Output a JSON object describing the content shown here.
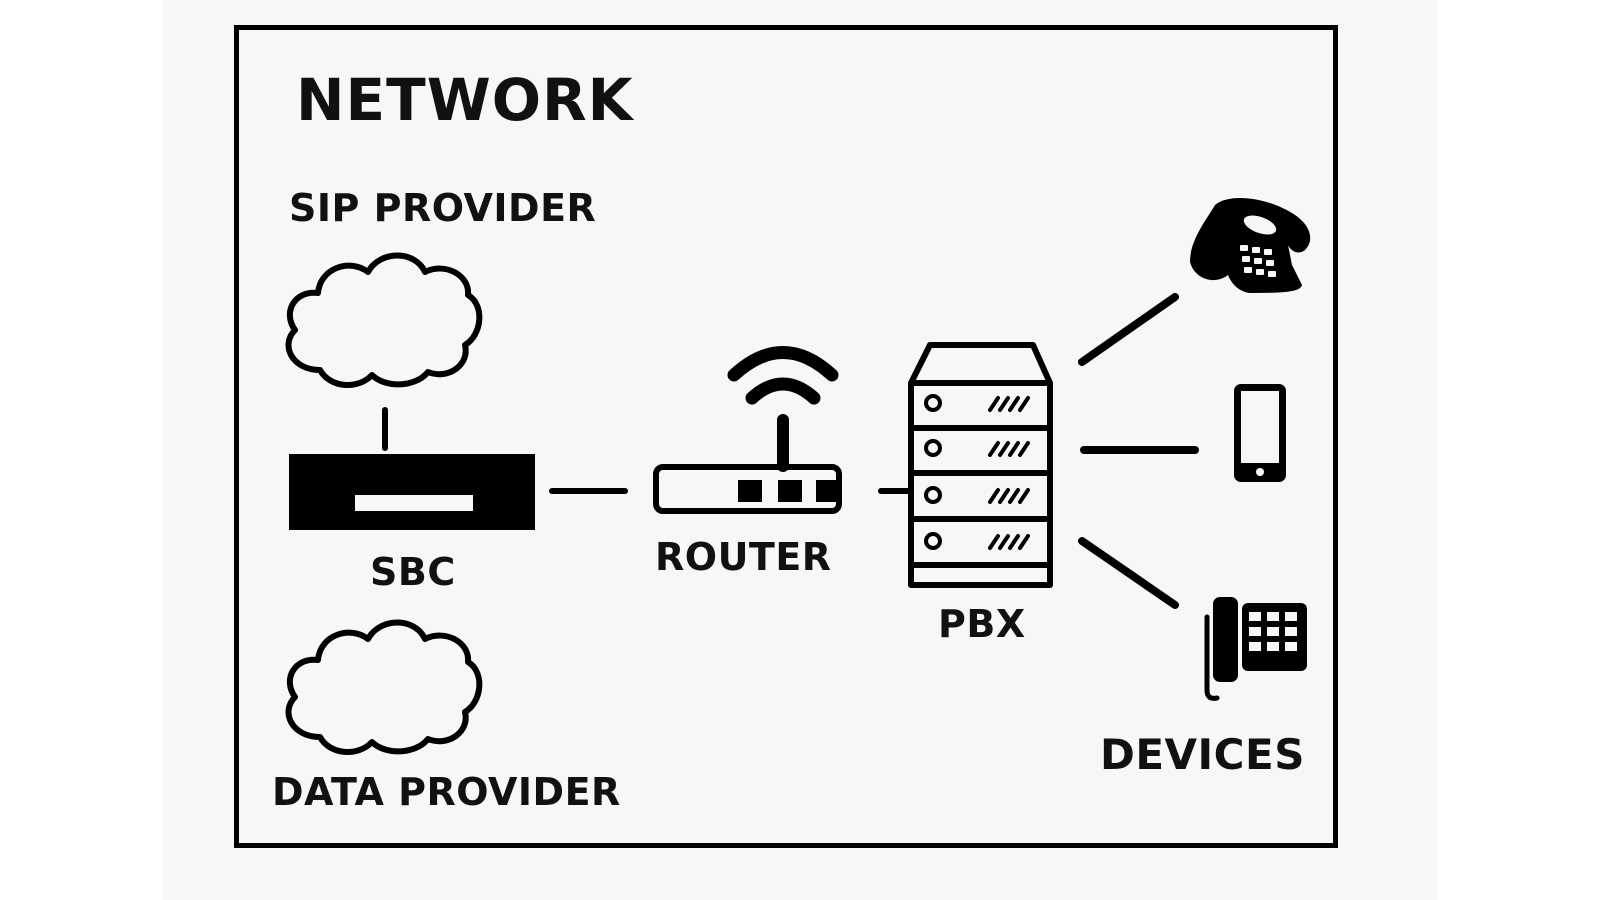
{
  "diagram": {
    "title": "NETWORK",
    "nodes": {
      "sip_provider": {
        "label": "SIP PROVIDER",
        "icon": "cloud-icon"
      },
      "data_provider": {
        "label": "DATA PROVIDER",
        "icon": "cloud-icon"
      },
      "sbc": {
        "label": "SBC",
        "icon": "sbc-box-icon"
      },
      "router": {
        "label": "ROUTER",
        "icon": "wifi-router-icon"
      },
      "pbx": {
        "label": "PBX",
        "icon": "server-rack-icon"
      },
      "devices": {
        "label": "DEVICES",
        "icons": [
          "desk-phone-icon",
          "smartphone-icon",
          "office-phone-icon"
        ]
      }
    },
    "edges": [
      {
        "from": "sip_provider",
        "to": "sbc"
      },
      {
        "from": "sbc",
        "to": "router"
      },
      {
        "from": "router",
        "to": "pbx"
      },
      {
        "from": "pbx",
        "to": "desk-phone"
      },
      {
        "from": "pbx",
        "to": "smartphone"
      },
      {
        "from": "pbx",
        "to": "office-phone"
      }
    ]
  },
  "colors": {
    "stroke": "#000000",
    "background": "#f7f7f7"
  }
}
